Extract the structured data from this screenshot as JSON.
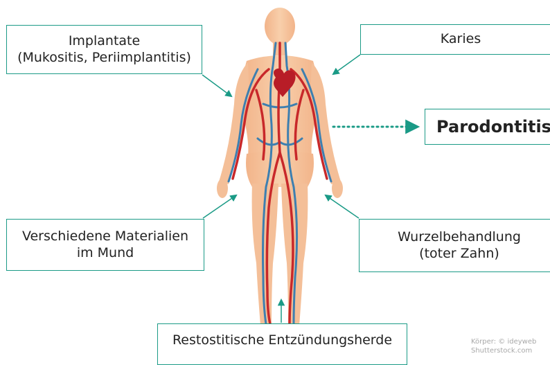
{
  "boxes": {
    "implantate": {
      "line1": "Implantate",
      "line2": "(Mukositis, Periimplantitis)"
    },
    "karies": {
      "line1": "Karies"
    },
    "parodontitis": {
      "line1": "Parodontitis"
    },
    "materialien": {
      "line1": "Verschiedene Materialien",
      "line2": "im Mund"
    },
    "wurzel": {
      "line1": "Wurzelbehandlung",
      "line2": "(toter Zahn)"
    },
    "resto": {
      "line1": "Restostitische Entzündungsherde"
    }
  },
  "credit": {
    "line1": "Körper: © ideyweb",
    "line2": "Shutterstock.com"
  },
  "colors": {
    "accent": "#1a9a86",
    "skin": "#f6c6a0",
    "artery": "#c8282a",
    "vein": "#3d7fb0",
    "heart": "#b81d27"
  }
}
